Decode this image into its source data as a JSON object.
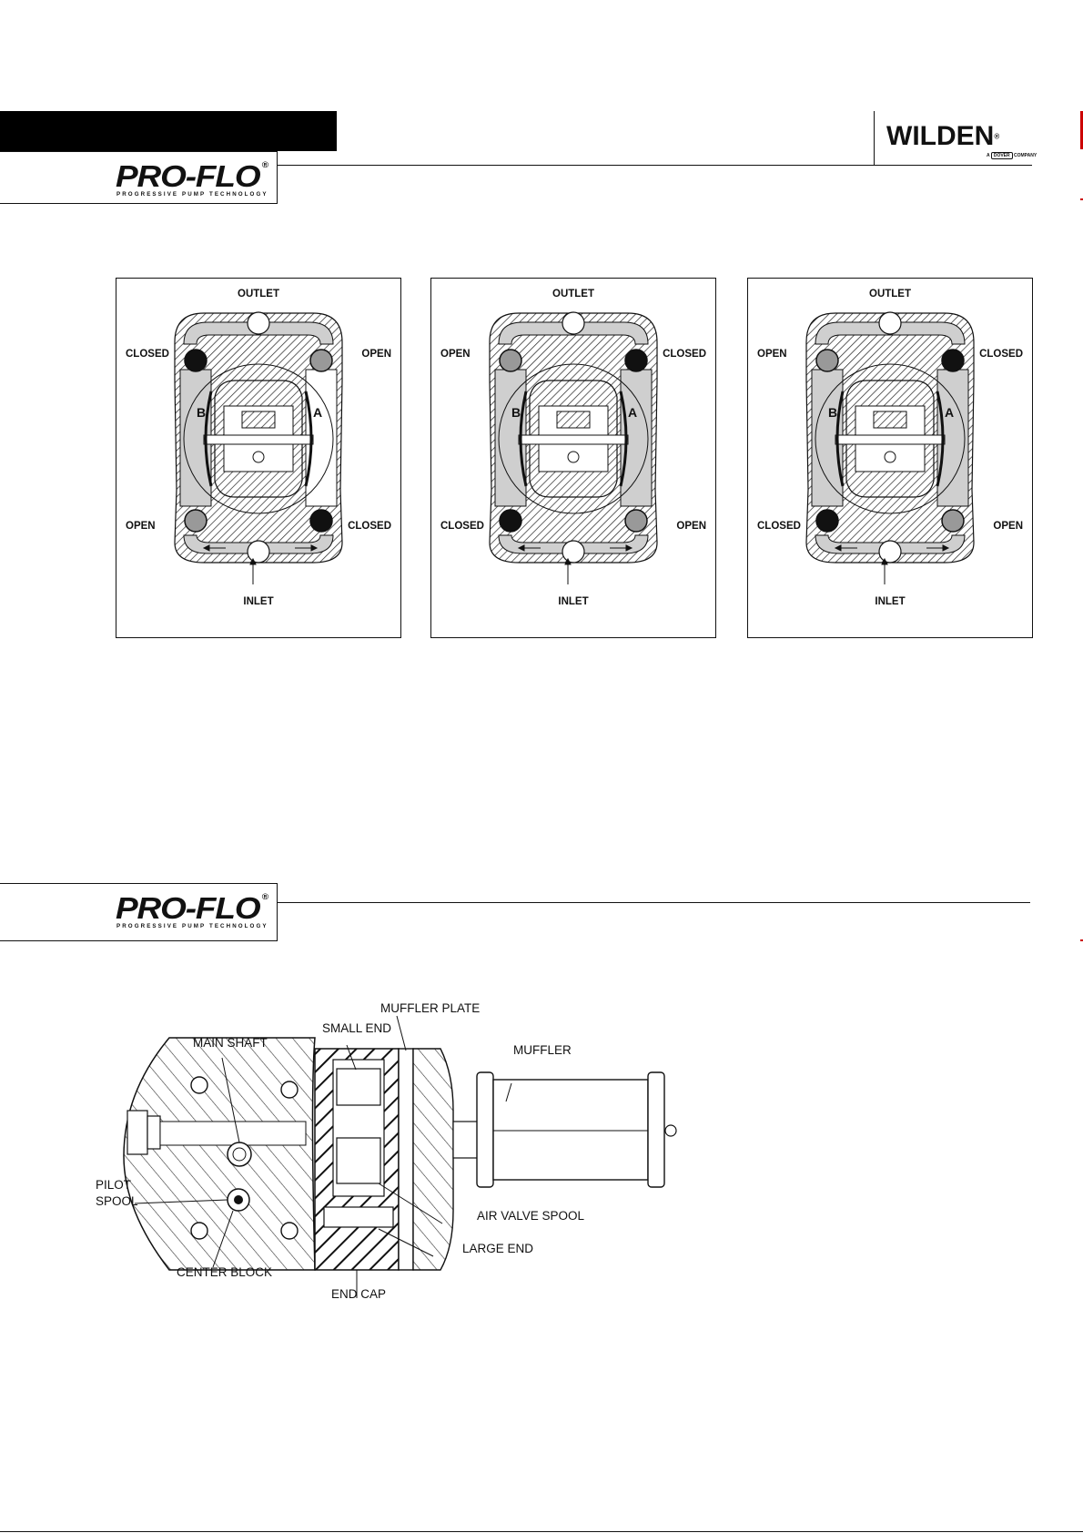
{
  "header": {
    "brand_name": "PRO-FLO",
    "brand_mark": "®",
    "brand_tagline": "PROGRESSIVE PUMP TECHNOLOGY",
    "company": "WILDEN",
    "company_mark": "®",
    "company_sub_prefix": "A",
    "company_sub_brand": "DOVER",
    "company_sub_suffix": "COMPANY"
  },
  "section2": {
    "brand_name": "PRO-FLO",
    "brand_mark": "®",
    "brand_tagline": "PROGRESSIVE PUMP TECHNOLOGY"
  },
  "pump_panels": [
    {
      "outlet": "OUTLET",
      "inlet": "INLET",
      "top_left": "CLOSED",
      "top_right": "OPEN",
      "bottom_left": "OPEN",
      "bottom_right": "CLOSED",
      "chamber_left": "B",
      "chamber_right": "A"
    },
    {
      "outlet": "OUTLET",
      "inlet": "INLET",
      "top_left": "OPEN",
      "top_right": "CLOSED",
      "bottom_left": "CLOSED",
      "bottom_right": "OPEN",
      "chamber_left": "B",
      "chamber_right": "A"
    },
    {
      "outlet": "OUTLET",
      "inlet": "INLET",
      "top_left": "OPEN",
      "top_right": "CLOSED",
      "bottom_left": "CLOSED",
      "bottom_right": "OPEN",
      "chamber_left": "B",
      "chamber_right": "A"
    }
  ],
  "air_valve_diagram": {
    "muffler_plate": "MUFFLER PLATE",
    "small_end": "SMALL END",
    "main_shaft": "MAIN SHAFT",
    "muffler": "MUFFLER",
    "pilot": "PILOT",
    "spool": "SPOOL",
    "air_valve_spool": "AIR VALVE SPOOL",
    "large_end": "LARGE END",
    "center_block": "CENTER BLOCK",
    "end_cap": "END CAP"
  }
}
